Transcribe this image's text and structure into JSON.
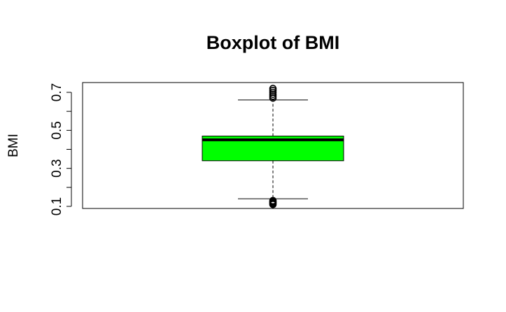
{
  "chart_data": {
    "type": "boxplot",
    "title": "Boxplot of BMI",
    "xlabel": "",
    "ylabel": "BMI",
    "ylim": [
      0.1,
      0.75
    ],
    "yticks": [
      0.1,
      0.2,
      0.3,
      0.4,
      0.5,
      0.6,
      0.7
    ],
    "ytick_labels": [
      "0.1",
      "",
      "0.3",
      "",
      "0.5",
      "",
      "0.7"
    ],
    "box_color": "#00ff00",
    "box": {
      "min_whisker": 0.14,
      "q1": 0.34,
      "median": 0.45,
      "q3": 0.47,
      "max_whisker": 0.66
    },
    "outliers_low": [
      0.11,
      0.115,
      0.12,
      0.125,
      0.13
    ],
    "outliers_high": [
      0.67,
      0.68,
      0.69,
      0.7,
      0.71,
      0.72
    ]
  }
}
